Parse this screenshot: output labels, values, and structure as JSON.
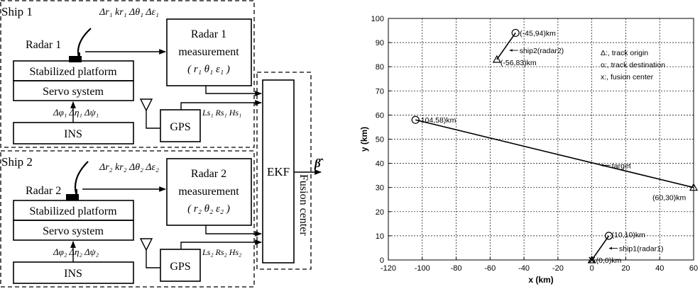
{
  "block_diagram": {
    "ship1": {
      "title": "Ship 1",
      "radar_label": "Radar 1",
      "radar_errors": "Δr₁  kr₁  Δθ₁  Δε₁",
      "measure_line1": "Radar 1",
      "measure_line2": "measurement",
      "measure_line3": "( r₁  θ₁  ε₁ )",
      "stabilized_platform": "Stabilized platform",
      "servo_system": "Servo system",
      "ins": "INS",
      "ins_errors": "Δφ₁ Δη₁ Δψ₁",
      "gps": "GPS",
      "gps_errors": "Ls₁ Rs₁ Hs₁"
    },
    "ship2": {
      "title": "Ship 2",
      "radar_label": "Radar 2",
      "radar_errors": "Δr₂  kr₂  Δθ₂  Δε₂",
      "measure_line1": "Radar 2",
      "measure_line2": "measurement",
      "measure_line3": "( r₂  θ₂  ε₂ )",
      "stabilized_platform": "Stabilized platform",
      "servo_system": "Servo system",
      "ins": "INS",
      "ins_errors": "Δφ₂ Δη₂ Δψ₂",
      "gps": "GPS",
      "gps_errors": "Ls₂ Rs₂ Hs₂"
    },
    "ekf": "EKF",
    "fusion_center": "Fusion center",
    "output": "β̂"
  },
  "chart_data": {
    "type": "line",
    "xlabel": "x (km)",
    "ylabel": "y (km)",
    "xlim": [
      -120,
      60
    ],
    "ylim": [
      0,
      100
    ],
    "xticks": [
      -120,
      -100,
      -80,
      -60,
      -40,
      -20,
      0,
      20,
      40,
      60
    ],
    "yticks": [
      0,
      10,
      20,
      30,
      40,
      50,
      60,
      70,
      80,
      90,
      100
    ],
    "grid": true,
    "legend": [
      "Δ:, track origin",
      "o:, track destination",
      "x:, fusion center"
    ],
    "legend_position": "top-right",
    "series": [
      {
        "name": "target",
        "label": "target",
        "origin": [
          60,
          30
        ],
        "destination": [
          -104,
          58
        ],
        "origin_label": "(60,30)km",
        "destination_label": "-104,58)km"
      },
      {
        "name": "ship2(radar2)",
        "label": "ship2(radar2)",
        "origin": [
          -56,
          83
        ],
        "destination": [
          -45,
          94
        ],
        "origin_label": "(-56,83)km",
        "destination_label": "(-45,94)km"
      },
      {
        "name": "ship1(radar1)",
        "label": "ship1(radar1)",
        "origin": [
          0,
          0
        ],
        "destination": [
          10,
          10
        ],
        "origin_label": "(0,0)km",
        "destination_label": "(10,10)km"
      }
    ]
  }
}
